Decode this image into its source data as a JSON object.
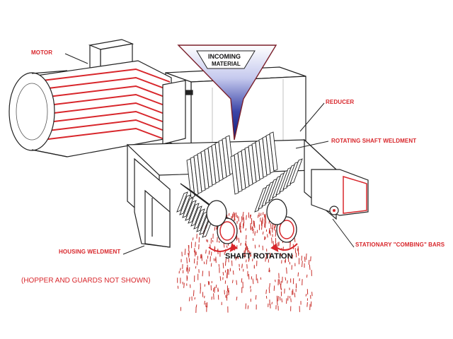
{
  "labels": {
    "motor": "MOTOR",
    "reducer": "REDUCER",
    "rotating_shaft": "ROTATING SHAFT WELDMENT",
    "housing": "HOUSING WELDMENT",
    "combing_bars": "STATIONARY \"COMBING\" BARS",
    "incoming_line1": "INCOMING",
    "incoming_line2": "MATERIAL",
    "shaft_rotation": "SHAFT ROTATION",
    "note": "(HOPPER AND GUARDS NOT SHOWN)"
  },
  "colors": {
    "label_red": "#d8262b",
    "outline": "#222222",
    "funnel_top": "#ffffff",
    "funnel_bottom": "#1a237e",
    "debris": "#c9302c"
  }
}
